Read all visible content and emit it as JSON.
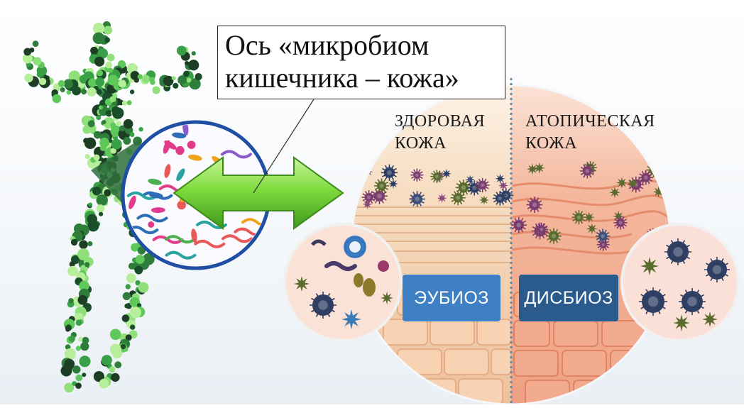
{
  "title": {
    "line1": "Ось «микробиом",
    "line2": "кишечника – кожа»"
  },
  "healthy": {
    "line1": "ЗДОРОВАЯ",
    "line2": "КОЖА",
    "badge": "ЭУБИОЗ"
  },
  "atopic": {
    "line1": "АТОПИЧЕСКАЯ",
    "line2": "КОЖА",
    "badge": "ДИСБИОЗ"
  },
  "colors": {
    "figure_green": "#5ec85a",
    "figure_dark": "#1d3d24",
    "arrow_green": "#6fd43a",
    "eubiosis_blue": "#3f7fc4",
    "dysbiosis_blue": "#2b5b8c",
    "healthy_skin": "#f3cfae",
    "atopic_skin": "#f2a589"
  }
}
